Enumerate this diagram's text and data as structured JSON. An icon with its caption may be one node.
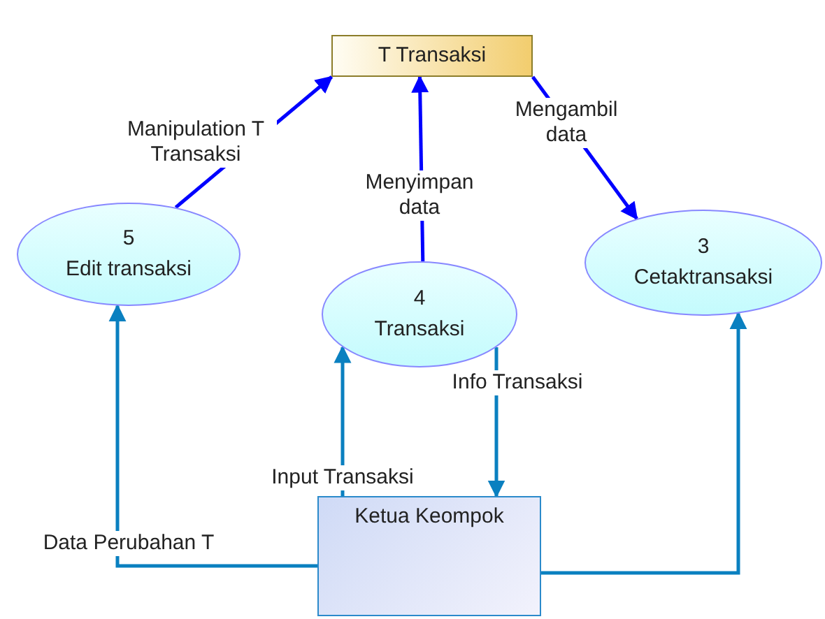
{
  "diagram": {
    "nodes": [
      {
        "text": [
          "T Transaksi"
        ]
      },
      {
        "text": [
          "5",
          "Edit transaksi"
        ]
      },
      {
        "text": [
          "4",
          "Transaksi"
        ]
      },
      {
        "text": [
          "3",
          "Cetaktransaksi"
        ]
      },
      {
        "text": [
          "Ketua Keompok"
        ]
      }
    ],
    "edges": [
      {
        "from": 1,
        "to": 0,
        "arrow": "to",
        "label": "Manipulation T Transaksi",
        "color": "#0000ff"
      },
      {
        "from": 2,
        "to": 0,
        "arrow": "to",
        "label": "Menyimpan data",
        "color": "#0000ff"
      },
      {
        "from": 0,
        "to": 3,
        "arrow": "to",
        "label": "Mengambil data",
        "color": "#0000ff"
      },
      {
        "from": 4,
        "to": 1,
        "arrow": "to",
        "label": "Data Perubahan T"
      },
      {
        "from": 4,
        "to": 2,
        "arrow": "to",
        "label": "Input Transaksi"
      },
      {
        "from": 2,
        "to": 4,
        "arrow": "to",
        "label": "Info Transaksi"
      },
      {
        "from": 4,
        "to": 3,
        "arrow": "to"
      }
    ]
  }
}
